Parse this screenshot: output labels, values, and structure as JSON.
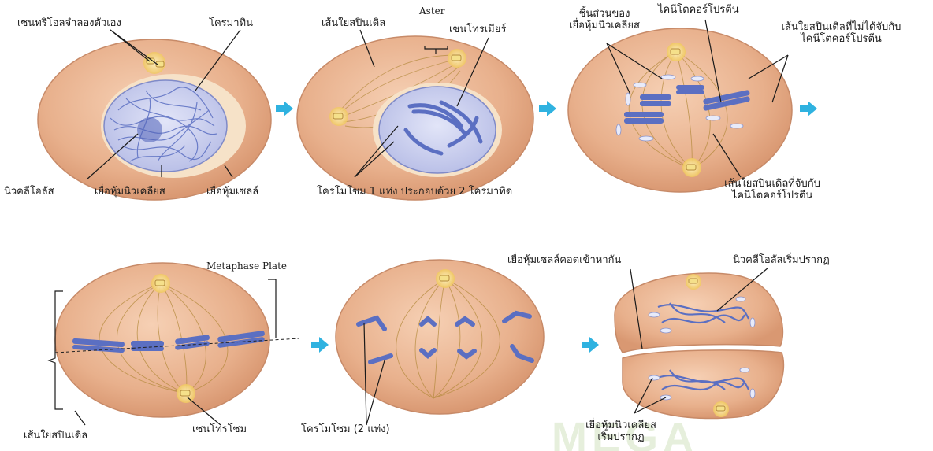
{
  "labels": {
    "centriole_replicate": "เซนทริโอลจำลองตัวเอง",
    "chromatin": "โครมาทิน",
    "nucleolus": "นิวคลีโอลัส",
    "nuclear_envelope": "เยื่อหุ้มนิวเคลียส",
    "cell_membrane": "เยื่อหุ้มเซลล์",
    "spindle_fiber_1": "เส้นใยสปินเดิล",
    "aster": "Aster",
    "centromere": "เซนโทรเมียร์",
    "chromosome_2_chromatids": "โครโมโซม 1 แท่ง ประกอบด้วย 2 โครมาทิด",
    "nuclear_fragments_line1": "ชิ้นส่วนของ",
    "nuclear_fragments_line2": "เยื่อหุ้มนิวเคลียส",
    "kinetochore_protein": "ไคนีโตคอร์โปรตีน",
    "spindle_not_attached_line1": "เส้นใยสปินเดิลที่ไม่ได้จับกับ",
    "spindle_not_attached_line2": "ไคนีโตคอร์โปรตีน",
    "spindle_attached_line1": "เส้นใยสปินเดิลที่จับกับ",
    "spindle_attached_line2": "ไคนีโตคอร์โปรตีน",
    "metaphase_plate": "Metaphase Plate",
    "spindle_fiber_2": "เส้นใยสปินเดิล",
    "centrosome": "เซนโทรโซม",
    "chromosome_2": "โครโมโซม (2 แท่ง)",
    "cell_membrane_pinch": "เยื่อหุ้มเซลล์คอดเข้าหากัน",
    "nucleolus_reappear": "นิวคลีโอลัสเริ่มปรากฏ",
    "nuclear_envelope_reappear_line1": "เยื่อหุ้มนิวเคลียส",
    "nuclear_envelope_reappear_line2": "เริ่มปรากฏ"
  },
  "watermark": "MEGA",
  "colors": {
    "cell_fill": "#e9b491",
    "cell_edge": "#c78a68",
    "nucleus_fill": "#cfd3ee",
    "chromosome": "#5b6fc2",
    "spindle": "#b48a3c",
    "arrow": "#2fb2e0",
    "centriole": "#f5e08a"
  }
}
